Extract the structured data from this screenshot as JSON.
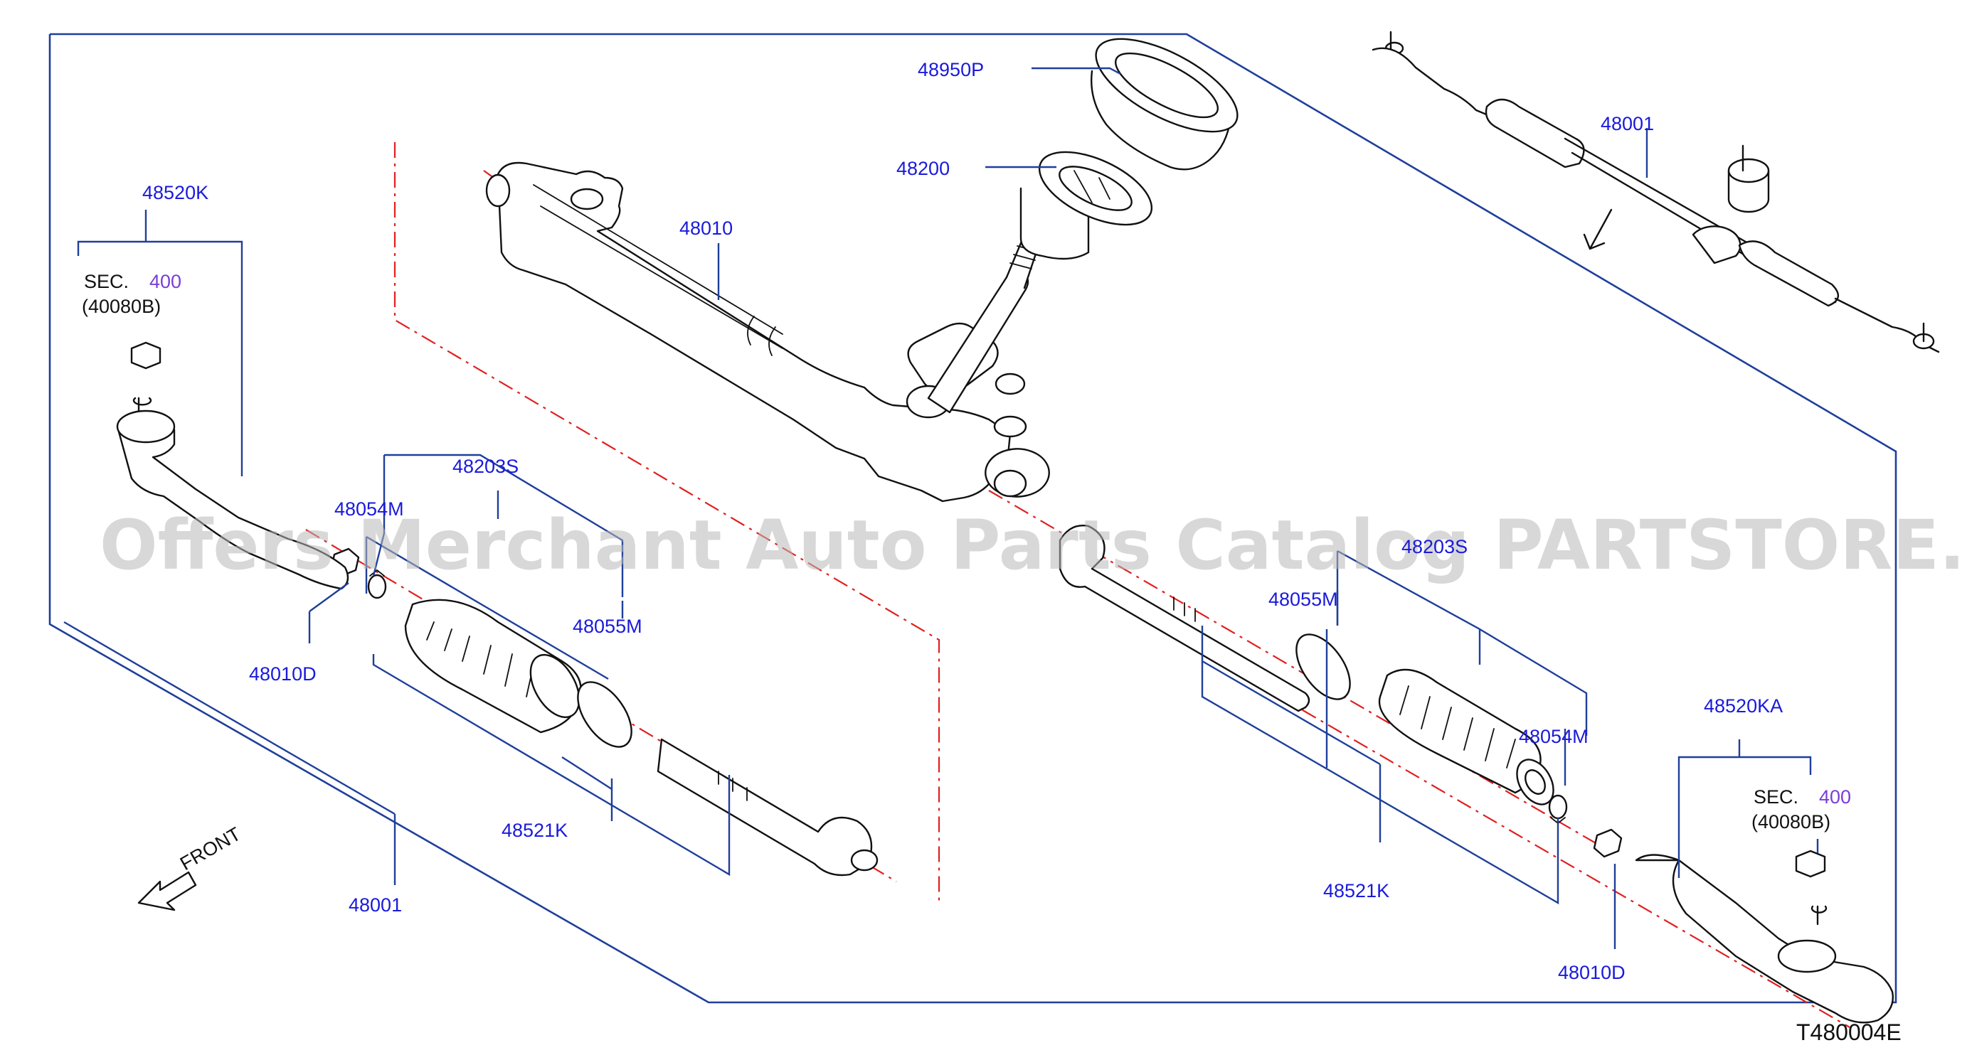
{
  "diagram": {
    "drawing_code": "T480004E",
    "watermark": "Offers Merchant Auto Parts Catalog PARTSTORE.SA",
    "front_label": "FRONT",
    "part_numbers": {
      "p48950P": "48950P",
      "p48200": "48200",
      "p48010": "48010",
      "p48001_top": "48001",
      "p48520K": "48520K",
      "p48520KA": "48520KA",
      "p48203S_left": "48203S",
      "p48203S_right_partial": "48203S",
      "p48054M_left": "48054M",
      "p48054M_right": "48054M",
      "p48055M_left": "48055M",
      "p48055M_right": "48055M",
      "p48010D_left": "48010D",
      "p48010D_right": "48010D",
      "p48521K_left": "48521K",
      "p48521K_right": "48521K",
      "p48001_bottom": "48001"
    },
    "section_refs": {
      "left_sec_label": "SEC.",
      "left_sec_number": "400",
      "left_sec_part": "(40080B)",
      "right_sec_label": "SEC.",
      "right_sec_number": "400",
      "right_sec_part": "(40080B)"
    },
    "colors": {
      "label_blue": "#1a1adc",
      "leader_blue": "#1f3f9a",
      "axis_red": "#e02020",
      "section_purple": "#7a3fd6"
    }
  }
}
